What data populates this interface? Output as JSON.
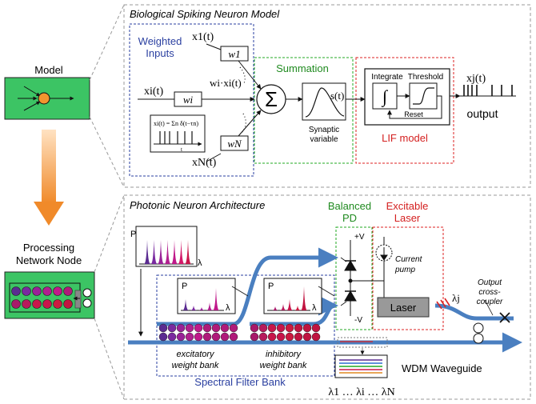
{
  "left": {
    "model_label": "Model",
    "processing_label_1": "Processing",
    "processing_label_2": "Network Node"
  },
  "top_panel": {
    "title": "Biological Spiking Neuron Model",
    "weighted_inputs_1": "Weighted",
    "weighted_inputs_2": "Inputs",
    "input_x1": "x1(t)",
    "weight_w1": "w1",
    "input_xi": "xi(t)",
    "weight_wi": "wi",
    "product": "wi·xi(t)",
    "input_xN": "xN(t)",
    "weight_wN": "wN",
    "spike_formula": "xi(t) = Σn δ(t−τn)",
    "spike_axis": "t",
    "summation_label": "Summation",
    "sigma_symbol": "Σ",
    "st_label": "s(t)",
    "synaptic_1": "Synaptic",
    "synaptic_2": "variable",
    "integrate_label": "Integrate",
    "threshold_label": "Threshold",
    "reset_label": "Reset",
    "lif_label": "LIF model",
    "output_x": "xj(t)",
    "output_label": "output"
  },
  "bottom_panel": {
    "title": "Photonic Neuron Architecture",
    "balanced_1": "Balanced",
    "balanced_2": "PD",
    "excitable_1": "Excitable",
    "excitable_2": "Laser",
    "plus_v": "+V",
    "minus_v": "-V",
    "current_1": "Current",
    "current_2": "pump",
    "laser_label": "Laser",
    "lambda_j": "λj",
    "output_1": "Output",
    "output_2": "cross-",
    "output_3": "coupler",
    "p_label": "P",
    "lambda_label": "λ",
    "excitatory_1": "excitatory",
    "excitatory_2": "weight bank",
    "inhibitory_1": "inhibitory",
    "inhibitory_2": "weight bank",
    "spectral_label": "Spectral Filter Bank",
    "wdm_label": "WDM Waveguide",
    "lambda_series": "λ1 … λi … λN"
  },
  "colors": {
    "dash_blue": "#2a3fa0",
    "dash_green": "#22aa22",
    "dash_red": "#dd2222",
    "green_box": "#3cc464",
    "waveguide_blue": "#4a7fc0",
    "ring_purple": "#5b2c91",
    "ring_magenta": "#b1208f",
    "ring_crimson": "#c8164b",
    "arrow_orange": "#f2a24a",
    "label_blue": "#2a3fa0",
    "label_green": "#1f8a1f",
    "label_red": "#d42020"
  }
}
